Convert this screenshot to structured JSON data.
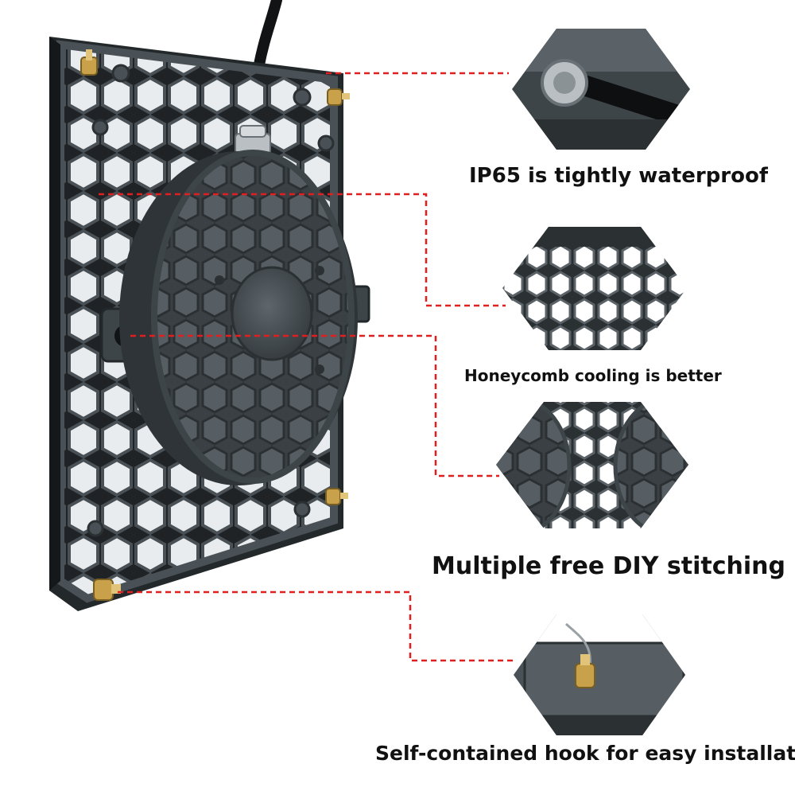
{
  "captions": {
    "waterproof": "IP65 is tightly waterproof",
    "cooling": "Honeycomb cooling is better",
    "stitching": "Multiple free DIY stitching",
    "hook": "Self-contained hook for easy installation"
  },
  "colors": {
    "background": "#ffffff",
    "housing": "#4a5156",
    "housing_dark": "#2b3033",
    "callout_line": "#e02020",
    "brass": "#c9a14a",
    "caption_text": "#111111"
  }
}
